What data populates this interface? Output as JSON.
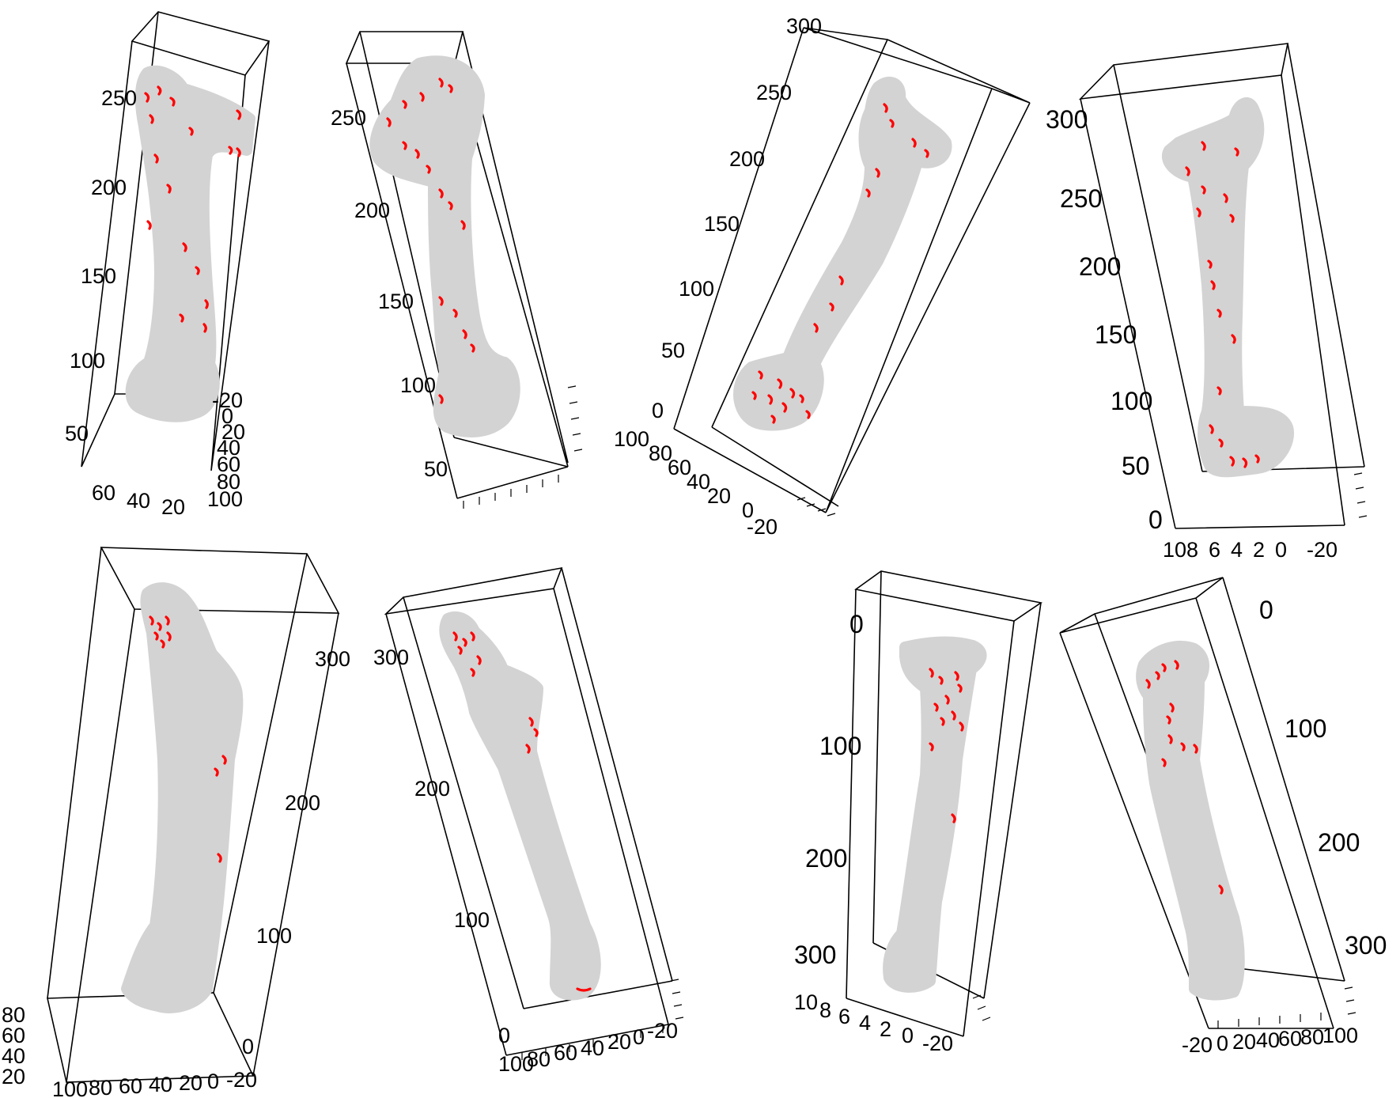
{
  "figure": {
    "background_color": "#ffffff",
    "bone_color": "#d3d3d3",
    "marker_color": "#ff0000",
    "box_color": "#000000"
  },
  "panels": [
    {
      "id": "top-1",
      "vertical_ticks": [
        "250",
        "200",
        "150",
        "100",
        "50"
      ],
      "depth_ticks": [
        "-20",
        "0",
        "20",
        "40",
        "60",
        "80",
        "100"
      ],
      "base_ticks": [
        "60",
        "40",
        "20"
      ]
    },
    {
      "id": "top-2",
      "vertical_ticks": [
        "250",
        "200",
        "150",
        "100",
        "50"
      ]
    },
    {
      "id": "top-3",
      "vertical_ticks": [
        "300",
        "250",
        "200",
        "150",
        "100",
        "50",
        "0"
      ],
      "depth_ticks": [
        "100",
        "80",
        "60",
        "40",
        "20",
        "0",
        "-20"
      ]
    },
    {
      "id": "top-4",
      "vertical_ticks": [
        "300",
        "250",
        "200",
        "150",
        "100",
        "50",
        "0"
      ],
      "base_ticks": [
        "10",
        "8",
        "6",
        "4",
        "2",
        "0",
        "-20"
      ]
    },
    {
      "id": "bottom-1",
      "vertical_ticks": [
        "300",
        "200",
        "100",
        "0"
      ],
      "side_ticks": [
        "80",
        "60",
        "40",
        "20"
      ],
      "base_ticks": [
        "100",
        "80",
        "60",
        "40",
        "20",
        "0",
        "-20"
      ]
    },
    {
      "id": "bottom-2",
      "vertical_ticks": [
        "300",
        "200",
        "100",
        "0"
      ],
      "base_ticks": [
        "100",
        "80",
        "60",
        "40",
        "20",
        "0",
        "-20"
      ]
    },
    {
      "id": "bottom-3",
      "vertical_ticks": [
        "0",
        "100",
        "200",
        "300"
      ],
      "base_ticks": [
        "10",
        "8",
        "6",
        "4",
        "2",
        "0",
        "-20"
      ]
    },
    {
      "id": "bottom-4",
      "vertical_ticks": [
        "0",
        "100",
        "200",
        "300"
      ],
      "base_ticks": [
        "-20",
        "0",
        "20",
        "40",
        "60",
        "80",
        "100"
      ]
    }
  ]
}
